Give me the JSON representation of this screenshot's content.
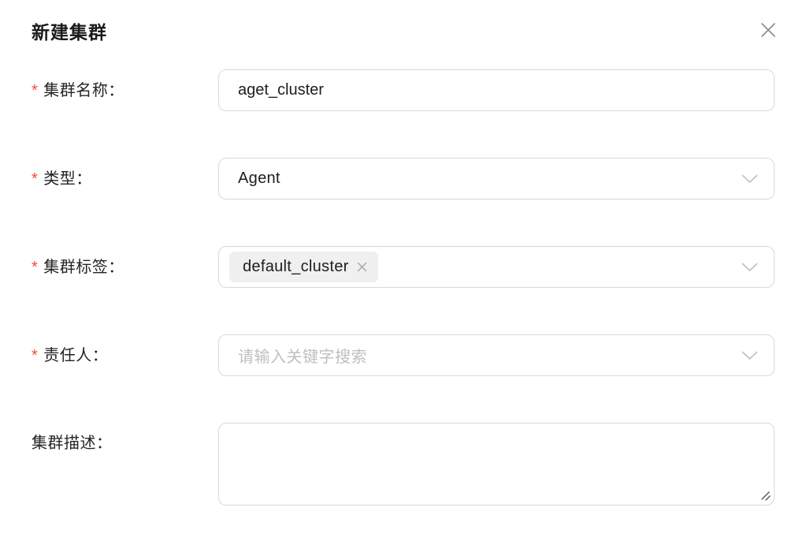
{
  "dialog": {
    "title": "新建集群"
  },
  "form": {
    "required_mark": "*",
    "fields": [
      {
        "label": "集群名称：",
        "required": true,
        "type": "text",
        "value": "aget_cluster"
      },
      {
        "label": "类型：",
        "required": true,
        "type": "select",
        "value": "Agent"
      },
      {
        "label": "集群标签：",
        "required": true,
        "type": "multiselect",
        "tags": [
          {
            "text": "default_cluster"
          }
        ]
      },
      {
        "label": "责任人：",
        "required": true,
        "type": "select",
        "placeholder": "请输入关键字搜索"
      },
      {
        "label": "集群描述：",
        "required": false,
        "type": "textarea",
        "value": ""
      }
    ]
  },
  "icons": {
    "close": "close-icon",
    "chevron": "chevron-down-icon",
    "tag_remove": "tag-remove-icon",
    "resize": "resize-grip-icon"
  },
  "colors": {
    "accent_required": "#f5483b",
    "border": "#d9d9d9",
    "placeholder": "#bfbfbf",
    "tag_background": "#f0f0f0",
    "icon_gray": "#8c8c8c",
    "text": "#1d1d1f"
  }
}
